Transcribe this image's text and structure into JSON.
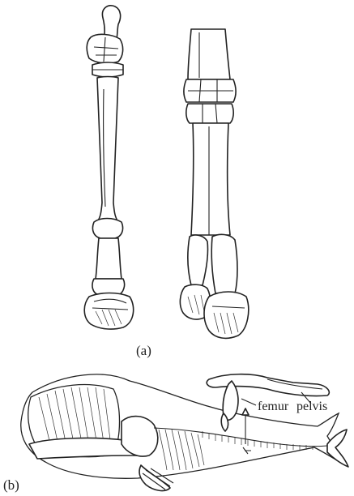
{
  "panel_a": {
    "caption": "(a)"
  },
  "panel_b": {
    "caption": "(b)",
    "labels": {
      "femur": "femur",
      "pelvis": "pelvis"
    }
  }
}
